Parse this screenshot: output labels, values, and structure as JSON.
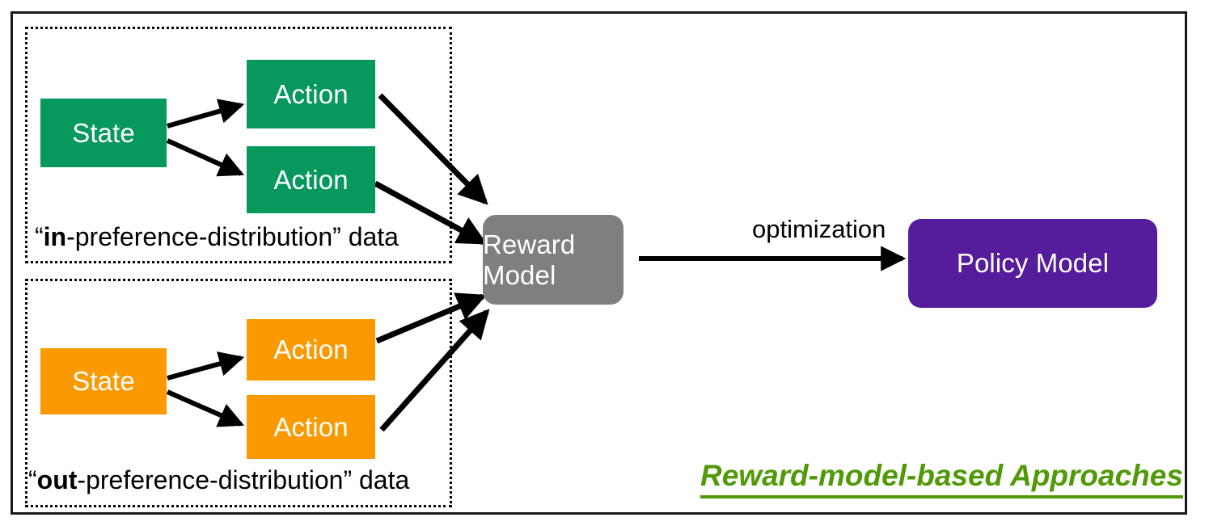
{
  "figure": {
    "title": "Reward-model-based Approaches",
    "caption_color": "#4f9a06"
  },
  "groups": {
    "in_distribution": {
      "caption_quote_open": "“",
      "caption_bold": "in",
      "caption_rest": "-preference-distribution” data",
      "color": "#06985c",
      "state_label": "State",
      "action_labels": [
        "Action",
        "Action"
      ]
    },
    "out_distribution": {
      "caption_quote_open": "“",
      "caption_bold": "out",
      "caption_rest": "-preference-distribution” data",
      "color": "#fb9a00",
      "state_label": "State",
      "action_labels": [
        "Action",
        "Action"
      ]
    }
  },
  "models": {
    "reward": {
      "label": "Reward Model",
      "color": "#7f7f7f"
    },
    "policy": {
      "label": "Policy Model",
      "color": "#551c9c"
    }
  },
  "edges": {
    "optimization_label": "optimization"
  }
}
